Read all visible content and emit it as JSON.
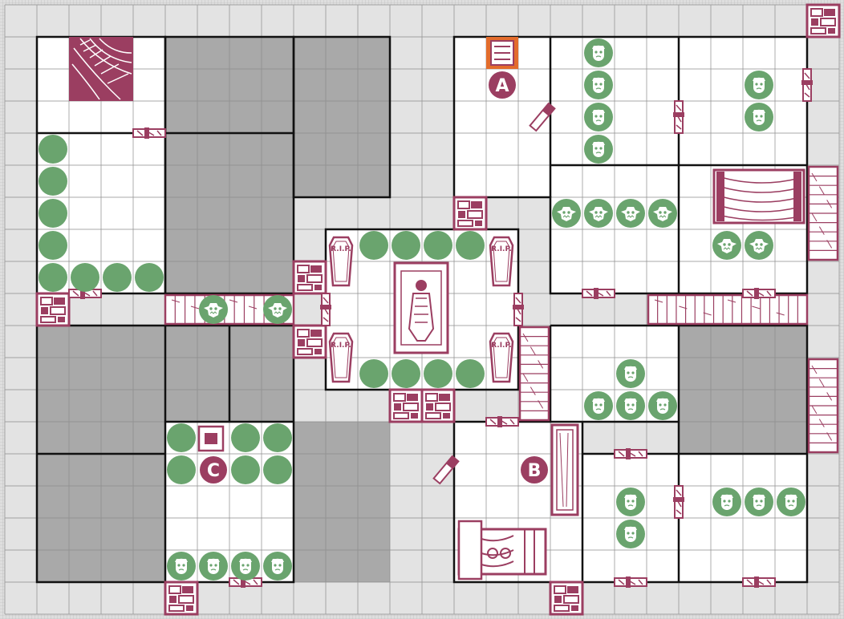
{
  "board": {
    "cols": 26,
    "rows": 19,
    "colors": {
      "floor": "#e3e3e3",
      "grid": "#8c8c8c",
      "room_fill": "#ffffff",
      "rock_fill": "#a9a9a9",
      "wall": "#111111",
      "furniture": "#9b3e61",
      "monster": "#6aa46e",
      "marker": "#9b3e61",
      "highlight": "#e36c2c"
    }
  },
  "markers": [
    {
      "id": "A",
      "label": "A"
    },
    {
      "id": "B",
      "label": "B"
    },
    {
      "id": "C",
      "label": "C"
    }
  ],
  "coffin_label": "R.I.P.",
  "monster_types": [
    "skeleton",
    "zombie",
    "goblin"
  ]
}
